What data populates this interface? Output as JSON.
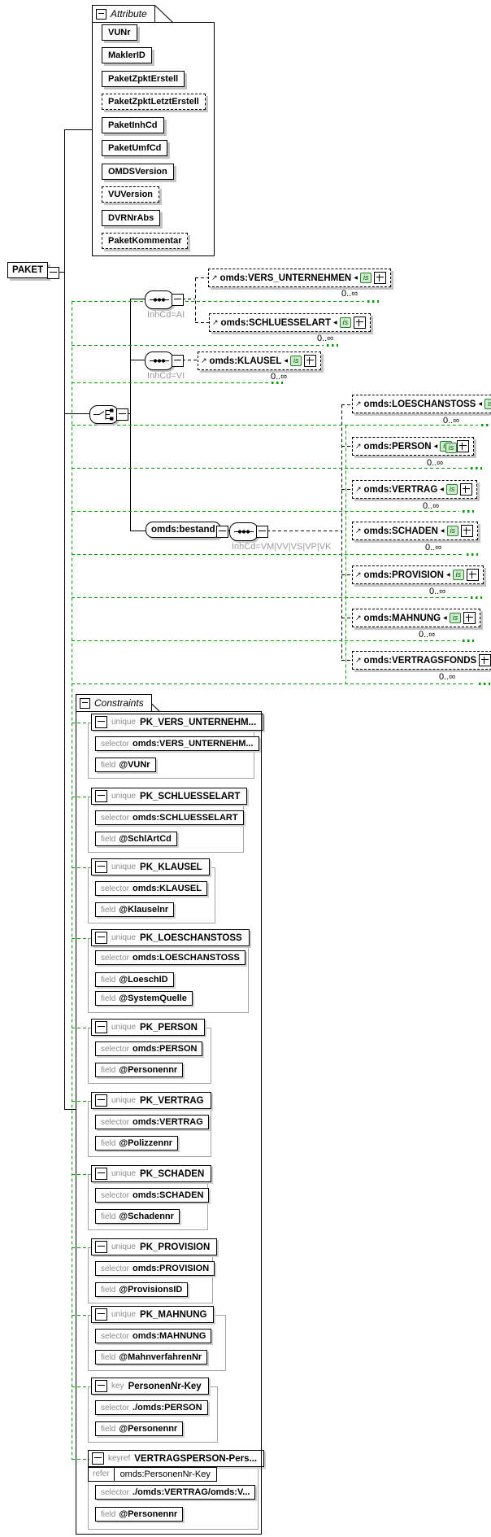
{
  "title_attribute": "Attribute",
  "title_constraints": "Constraints",
  "root": {
    "label": "PAKET"
  },
  "attributes": [
    {
      "name": "VUNr"
    },
    {
      "name": "MaklerID"
    },
    {
      "name": "PaketZpktErstell"
    },
    {
      "name": "PaketZpktLetztErstell"
    },
    {
      "name": "PaketInhCd"
    },
    {
      "name": "PaketUmfCd"
    },
    {
      "name": "OMDSVersion"
    },
    {
      "name": "VUVersion"
    },
    {
      "name": "DVRNrAbs"
    },
    {
      "name": "PaketKommentar"
    }
  ],
  "branches": {
    "ai": "InhCd=AI",
    "vi": "InhCd=VI",
    "bestand_cond": "InhCd=VM|VV|VS|VP|VK"
  },
  "bestand": {
    "label": "omds:bestand"
  },
  "elements": {
    "vers_unternehmen": {
      "label": "omds:VERS_UNTERNEHMEN",
      "occurs": "0..∞"
    },
    "schluesselart": {
      "label": "omds:SCHLUESSELART",
      "occurs": "0..∞"
    },
    "klausel": {
      "label": "omds:KLAUSEL",
      "occurs": "0..∞"
    },
    "loeschanstoss": {
      "label": "omds:LOESCHANSTOSS",
      "occurs": "0..∞"
    },
    "person": {
      "label": "omds:PERSON",
      "occurs": "0..∞"
    },
    "vertrag": {
      "label": "omds:VERTRAG",
      "occurs": "0..∞"
    },
    "schaden": {
      "label": "omds:SCHADEN",
      "occurs": "0..∞"
    },
    "provision": {
      "label": "omds:PROVISION",
      "occurs": "0..∞"
    },
    "mahnung": {
      "label": "omds:MAHNUNG",
      "occurs": "0..∞"
    },
    "vertragsfonds": {
      "label": "omds:VERTRAGSFONDS",
      "occurs": "0..∞"
    }
  },
  "icons": {
    "ref_arrow": "↗",
    "link_arrow": "◀",
    "identity_badge": "is"
  },
  "colors": {
    "constraint_link_green": "#00a000",
    "shadow_gray": "#c4c4c4"
  },
  "constraints": [
    {
      "kind": "unique",
      "name": "PK_VERS_UNTERNEHM...",
      "rows": [
        {
          "label": "selector",
          "value": "omds:VERS_UNTERNEHM..."
        },
        {
          "label": "field",
          "value": "@VUNr"
        }
      ]
    },
    {
      "kind": "unique",
      "name": "PK_SCHLUESSELART",
      "rows": [
        {
          "label": "selector",
          "value": "omds:SCHLUESSELART"
        },
        {
          "label": "field",
          "value": "@SchlArtCd"
        }
      ]
    },
    {
      "kind": "unique",
      "name": "PK_KLAUSEL",
      "rows": [
        {
          "label": "selector",
          "value": "omds:KLAUSEL"
        },
        {
          "label": "field",
          "value": "@Klauselnr"
        }
      ]
    },
    {
      "kind": "unique",
      "name": "PK_LOESCHANSTOSS",
      "rows": [
        {
          "label": "selector",
          "value": "omds:LOESCHANSTOSS"
        },
        {
          "label": "field",
          "value": "@LoeschID"
        },
        {
          "label": "field",
          "value": "@SystemQuelle"
        }
      ]
    },
    {
      "kind": "unique",
      "name": "PK_PERSON",
      "rows": [
        {
          "label": "selector",
          "value": "omds:PERSON"
        },
        {
          "label": "field",
          "value": "@Personennr"
        }
      ]
    },
    {
      "kind": "unique",
      "name": "PK_VERTRAG",
      "rows": [
        {
          "label": "selector",
          "value": "omds:VERTRAG"
        },
        {
          "label": "field",
          "value": "@Polizzennr"
        }
      ]
    },
    {
      "kind": "unique",
      "name": "PK_SCHADEN",
      "rows": [
        {
          "label": "selector",
          "value": "omds:SCHADEN"
        },
        {
          "label": "field",
          "value": "@Schadennr"
        }
      ]
    },
    {
      "kind": "unique",
      "name": "PK_PROVISION",
      "rows": [
        {
          "label": "selector",
          "value": "omds:PROVISION"
        },
        {
          "label": "field",
          "value": "@ProvisionsID"
        }
      ]
    },
    {
      "kind": "unique",
      "name": "PK_MAHNUNG",
      "rows": [
        {
          "label": "selector",
          "value": "omds:MAHNUNG"
        },
        {
          "label": "field",
          "value": "@MahnverfahrenNr"
        }
      ]
    },
    {
      "kind": "key",
      "name": "PersonenNr-Key",
      "rows": [
        {
          "label": "selector",
          "value": "./omds:PERSON"
        },
        {
          "label": "field",
          "value": "@Personennr"
        }
      ]
    },
    {
      "kind": "keyref",
      "name": "VERTRAGSPERSON-Pers...",
      "refer_label": "refer",
      "refer": "omds:PersonenNr-Key",
      "rows": [
        {
          "label": "selector",
          "value": "./omds:VERTRAG/omds:V..."
        },
        {
          "label": "field",
          "value": "@Personennr"
        }
      ]
    }
  ]
}
